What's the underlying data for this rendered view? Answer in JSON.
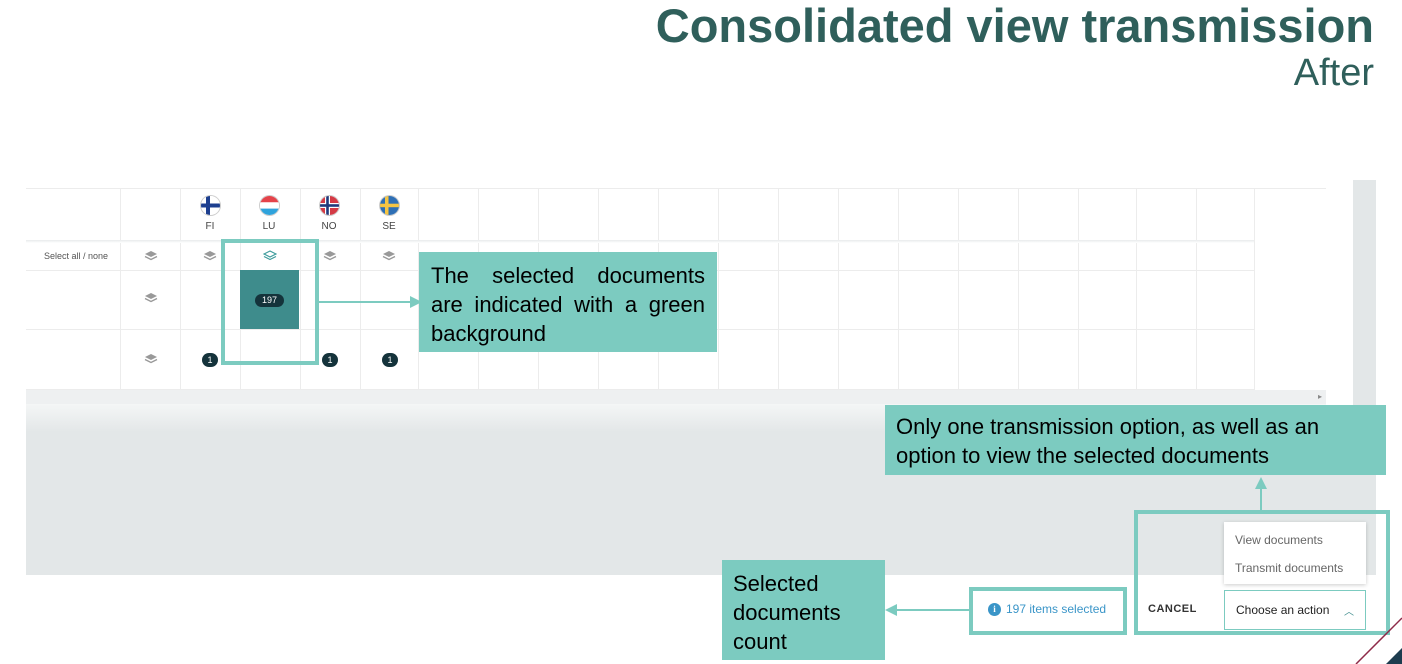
{
  "header": {
    "title": "Consolidated view transmission",
    "subtitle": "After"
  },
  "grid": {
    "select_all_label": "Select all / none",
    "countries": [
      {
        "code": "FI",
        "flag": "finland-flag-icon"
      },
      {
        "code": "LU",
        "flag": "luxembourg-flag-icon"
      },
      {
        "code": "NO",
        "flag": "norway-flag-icon"
      },
      {
        "code": "SE",
        "flag": "sweden-flag-icon"
      }
    ],
    "selected_count_badge": "197",
    "row2_badges": [
      "1",
      "1",
      "1"
    ]
  },
  "callouts": {
    "selected_docs": "The selected documents are indicated with a green background",
    "transmission_option": "Only one transmission option, as well as an option to view the selected documents",
    "count": "Selected documents count"
  },
  "footer": {
    "info_icon": "i",
    "items_selected": "197 items selected",
    "cancel": "CANCEL",
    "action_select": "Choose an action",
    "action_menu": [
      "View documents",
      "Transmit documents"
    ]
  },
  "colors": {
    "accent": "#7ccbc0",
    "selected_cell": "#3e8c8c",
    "title": "#2f5f5b",
    "badge": "#14333b",
    "link": "#3a95c8"
  }
}
